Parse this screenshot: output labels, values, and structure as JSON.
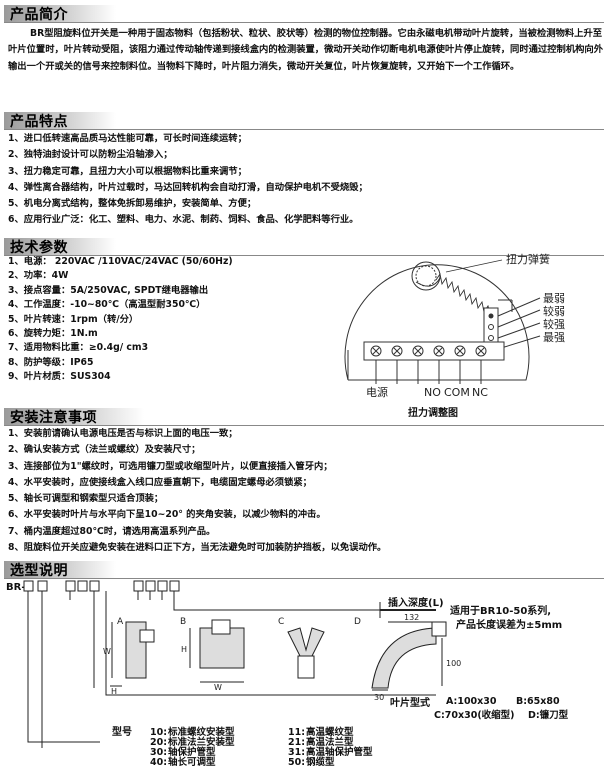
{
  "sections": {
    "intro": {
      "title": "产品简介"
    },
    "features": {
      "title": "产品特点"
    },
    "specs": {
      "title": "技术参数"
    },
    "install": {
      "title": "安装注意事项"
    },
    "selection": {
      "title": "选型说明"
    }
  },
  "intro": {
    "paragraph": "BR型阻旋料位开关是一种用于固态物料（包括粉状、粒状、胶状等）检测的物位控制器。它由永磁电机带动叶片旋转，当被检测物料上升至叶片位置时，叶片转动受阻，该阻力通过传动轴传递到接线盒内的检测装置，微动开关动作切断电机电源使叶片停止旋转，同时通过控制机构向外输出一个开或关的信号来控制料位。当物料下降时，叶片阻力消失，微动开关复位，叶片恢复旋转，又开始下一个工作循环。"
  },
  "features": [
    "1、进口低转速高品质马达性能可靠，可长时间连续运转；",
    "2、独特油封设计可以防粉尘沿轴渗入；",
    "3、扭力稳定可靠，且扭力大小可以根据物料比重来调节；",
    "4、弹性离合器结构，叶片过载时，马达回转机构会自动打滑，自动保护电机不受烧毁；",
    "5、机电分离式结构，整体免拆卸易维护，安装简单、方便；",
    "6、应用行业广泛：化工、塑料、电力、水泥、制药、饲料、食品、化学肥料等行业。"
  ],
  "specs": [
    "1、电源： 220VAC /110VAC/24VAC  (50/60Hz)",
    "2、功率：4W",
    "3、接点容量：5A/250VAC,    SPDT继电器输出",
    "4、工作温度：-10~80℃（高温型耐350℃）",
    "5、叶片转速：1rpm（转/分）",
    "6、旋转力矩：1N.m",
    "7、适用物料比重：≥0.4g/ cm3",
    "8、防护等级：IP65",
    "9、叶片材质：SUS304"
  ],
  "torque_diagram": {
    "spring_label": "扭力弹簧",
    "levels": [
      "最弱",
      "较弱",
      "较强",
      "最强"
    ],
    "terminals": [
      "电源",
      "NO",
      "COM",
      "NC"
    ],
    "caption": "扭力调整图"
  },
  "install": [
    "1、安装前请确认电源电压是否与标识上面的电压一致；",
    "2、确认安装方式（法兰或螺纹）及安装尺寸；",
    "3、连接部位为1\"螺纹时，可选用镰刀型或收缩型叶片，以便直接插入管牙内；",
    "4、水平安装时，应使接线盒入线口应垂直朝下，电缆固定螺母必须锁紧；",
    "5、轴长可调型和钢索型只适合顶装；",
    "6、水平安装时叶片与水平向下呈10~20° 的夹角安装，以减少物料的冲击。",
    "7、桶内温度超过80℃时，请选用高温系列产品。",
    "8、阻旋料位开关应避免安装在进料口正下方，当无法避免时可加装防护挡板，以免误动作。"
  ],
  "selection": {
    "code_prefix": "BR-",
    "insert_depth": "插入深度(L)",
    "note_line1": "适用于BR10-50系列,",
    "note_line2": "产品长度误差为±5mm",
    "blade_types_title": "叶片型式",
    "blade_type_a": "A:100x30",
    "blade_type_b": "B:65x80",
    "blade_type_c": "C:70x30(收缩型)",
    "blade_type_d": "D:镰刀型",
    "model_label": "型号",
    "models": [
      {
        "code": "10:",
        "name": "标准螺纹安装型"
      },
      {
        "code": "20:",
        "name": "标准法兰安装型"
      },
      {
        "code": "30:",
        "name": "轴保护管型"
      },
      {
        "code": "40:",
        "name": "轴长可调型"
      },
      {
        "code": "11:",
        "name": "高温螺纹型"
      },
      {
        "code": "21:",
        "name": "高温法兰型"
      },
      {
        "code": "31:",
        "name": "高温轴保护管型"
      },
      {
        "code": "50:",
        "name": "钢缆型"
      }
    ],
    "blade_letters": [
      "A",
      "B",
      "C",
      "D"
    ],
    "dims": {
      "A_w": "W",
      "A_h": "H",
      "B_h": "H",
      "B_w": "W",
      "D_len": "132",
      "D_h": "100",
      "D_w": "30"
    }
  }
}
